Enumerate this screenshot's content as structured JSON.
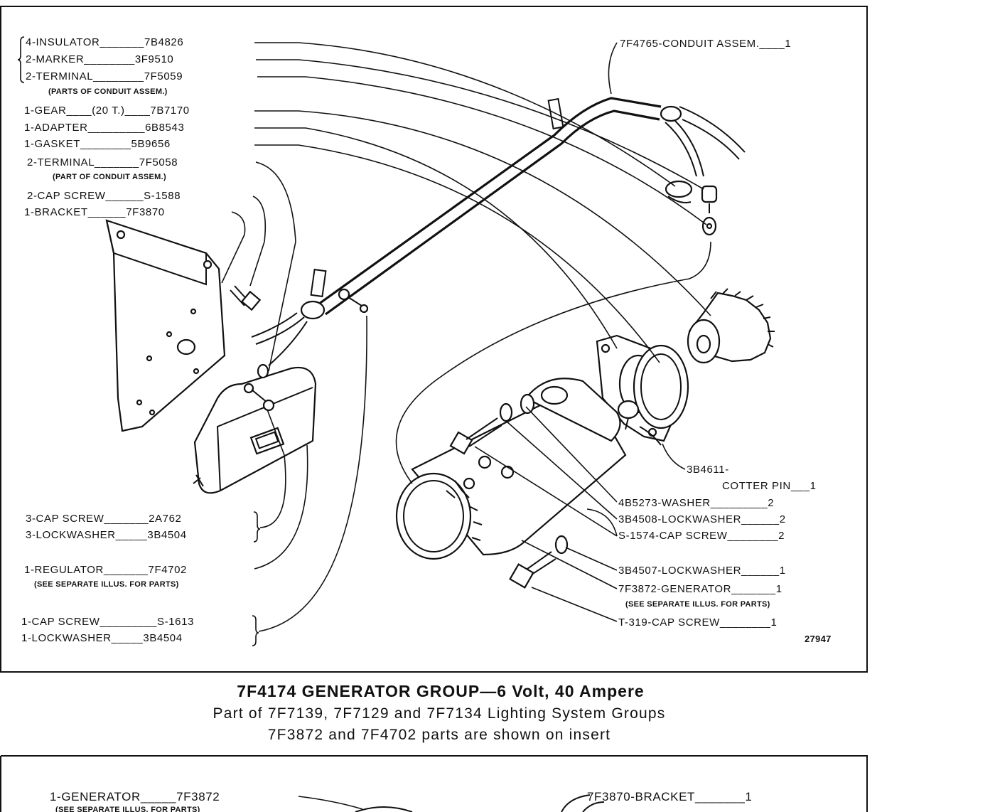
{
  "top_panel": {
    "left_labels": [
      "4-INSULATOR_______7B4826",
      "2-MARKER________3F9510",
      "2-TERMINAL________7F5059",
      "1-GEAR____(20 T.)____7B7170",
      "1-ADAPTER_________6B8543",
      "1-GASKET________5B9656",
      "2-TERMINAL_______7F5058",
      "2-CAP SCREW______S-1588",
      "1-BRACKET______7F3870",
      "3-CAP SCREW_______2A762",
      "3-LOCKWASHER_____3B4504",
      "1-REGULATOR_______7F4702",
      "1-CAP SCREW_________S-1613",
      "1-LOCKWASHER_____3B4504"
    ],
    "left_notes": [
      "(PARTS OF CONDUIT ASSEM.)",
      "(PART OF CONDUIT ASSEM.)",
      "(SEE SEPARATE ILLUS. FOR PARTS)"
    ],
    "right_labels": [
      "7F4765-CONDUIT ASSEM.____1",
      "3B4611-",
      "COTTER PIN___1",
      "4B5273-WASHER_________2",
      "3B4508-LOCKWASHER______2",
      "S-1574-CAP SCREW________2",
      "3B4507-LOCKWASHER______1",
      "7F3872-GENERATOR_______1",
      "T-319-CAP SCREW________1"
    ],
    "right_notes": [
      "(SEE SEPARATE ILLUS. FOR PARTS)"
    ],
    "figure_number": "27947"
  },
  "caption": {
    "title": "7F4174 GENERATOR GROUP—6 Volt, 40 Ampere",
    "line2": "Part of 7F7139, 7F7129 and 7F7134 Lighting System Groups",
    "line3": "7F3872 and 7F4702 parts are shown on insert"
  },
  "bottom_panel": {
    "labels": [
      "1-GENERATOR_____7F3872",
      "7F3870-BRACKET_______1"
    ],
    "note": "(SEE SEPARATE ILLUS. FOR PARTS)"
  }
}
